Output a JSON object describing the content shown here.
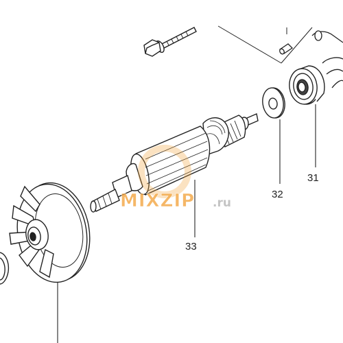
{
  "callouts": {
    "armature": "33",
    "washer": "32",
    "bearing": "31"
  },
  "watermark": {
    "brand": "MIXZIP",
    "domain": ".ru",
    "color_orange": "#f2a23a",
    "color_gray": "#b7b7b7"
  }
}
